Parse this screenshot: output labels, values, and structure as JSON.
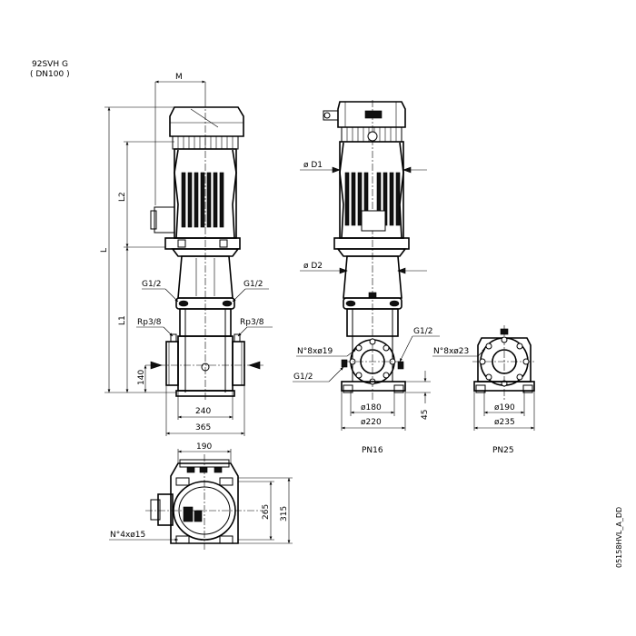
{
  "header": {
    "model": "92SVH G",
    "size": "( DN100 )"
  },
  "front_view": {
    "dim_m": "M",
    "dim_l": "L",
    "dim_l1": "L1",
    "dim_l2": "L2",
    "dim_140": "140",
    "dim_240": "240",
    "dim_365": "365",
    "gauge_left": "G1/2",
    "gauge_right": "G1/2",
    "drain_left": "Rp3/8",
    "drain_right": "Rp3/8"
  },
  "side_view": {
    "dim_d1": "ø D1",
    "dim_d2": "ø D2",
    "flange_holes": "N°8xø19",
    "port_right": "G1/2",
    "port_left": "G1/2",
    "dim_180": "ø180",
    "dim_220": "ø220",
    "dim_45": "45",
    "label": "PN16"
  },
  "pn25_view": {
    "flange_holes": "N°8xø23",
    "dim_190": "ø190",
    "dim_235": "ø235",
    "label": "PN25"
  },
  "base_view": {
    "dim_190": "190",
    "dim_265": "265",
    "dim_315": "315",
    "base_holes": "N°4xø15"
  },
  "drawing_code": "05158HVL_A_DD"
}
